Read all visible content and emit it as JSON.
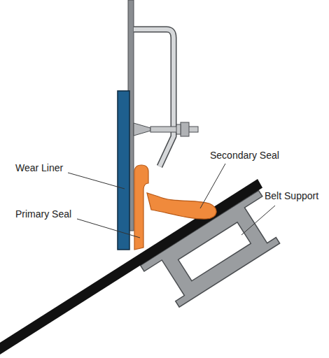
{
  "diagram": {
    "labels": [
      "Wear Liner",
      "Primary Seal",
      "Secondary Seal",
      "Belt Support"
    ]
  }
}
